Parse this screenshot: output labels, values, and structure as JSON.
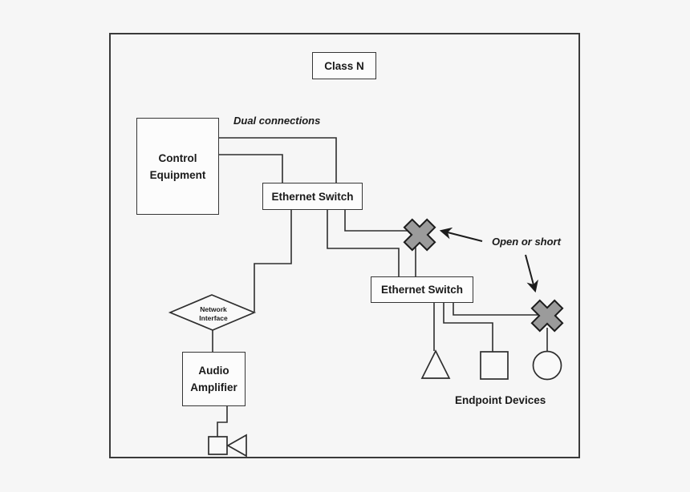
{
  "diagram": {
    "title_box": "Class N",
    "control_equipment": [
      "Control",
      "Equipment"
    ],
    "ethernet_switch_top": "Ethernet Switch",
    "ethernet_switch_bottom": "Ethernet Switch",
    "network_interface": [
      "Network",
      "Interface"
    ],
    "audio_amplifier": [
      "Audio",
      "Amplifier"
    ],
    "labels": {
      "dual_connections": "Dual connections",
      "open_or_short": "Open or short",
      "endpoint_devices": "Endpoint Devices"
    },
    "colors": {
      "background": "#f6f6f6",
      "wire": "#2e2e2e",
      "box_border": "#363636",
      "box_fill": "#fcfcfc",
      "fault_marker_fill": "#9b9b9b",
      "fault_marker_stroke": "#1c1c1c"
    }
  }
}
